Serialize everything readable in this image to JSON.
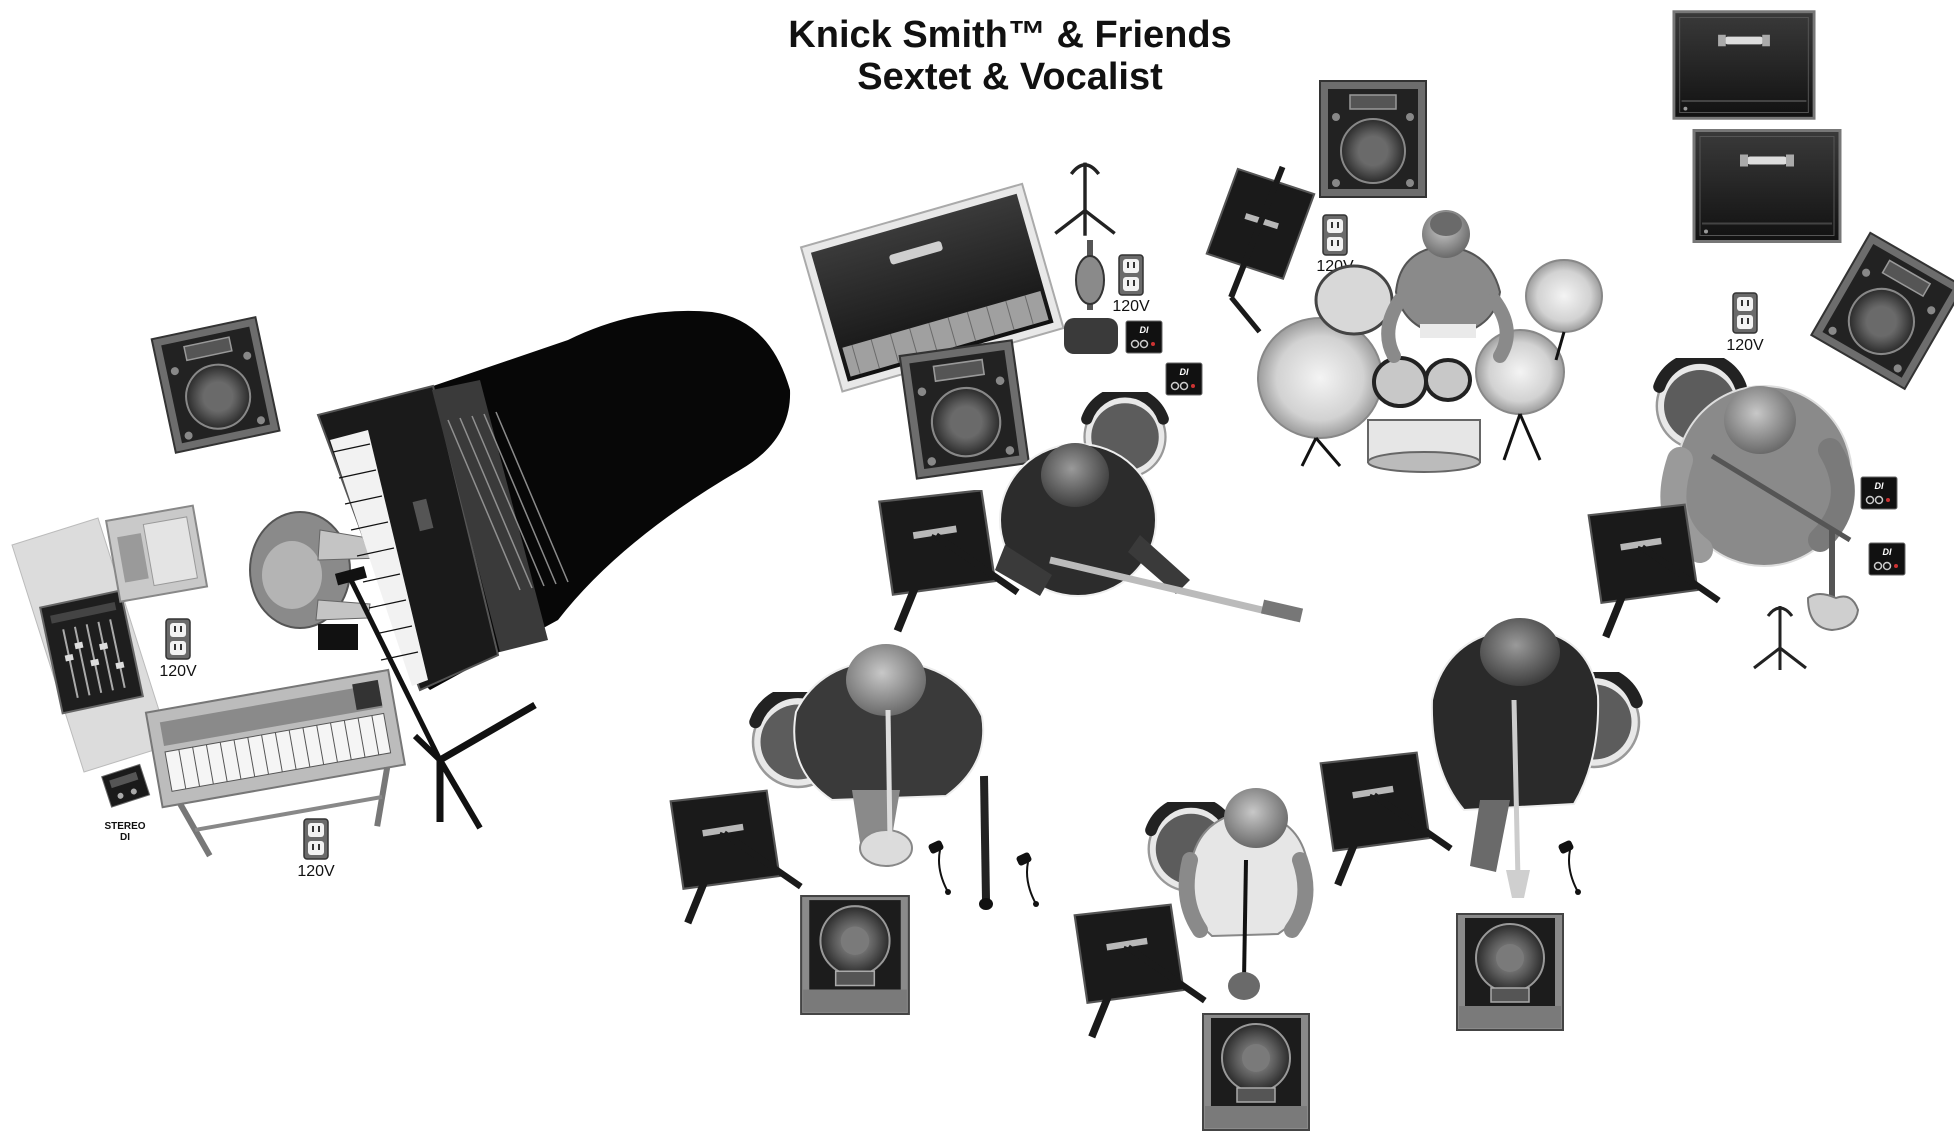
{
  "title": {
    "line1": "Knick Smith™ & Friends",
    "line2": "Sextet & Vocalist"
  },
  "outlet_label": "120V",
  "stereo_di_label_1": "STEREO",
  "stereo_di_label_2": "DI",
  "di_box_label": "DI"
}
